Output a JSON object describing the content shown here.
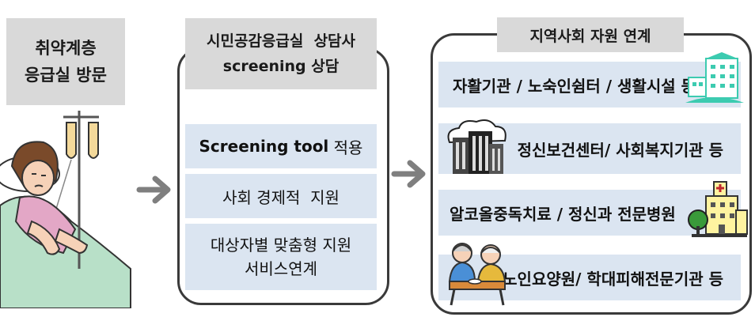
{
  "left_box": {
    "line1": "취약계층",
    "line2": "응급실 방문"
  },
  "middle_box": {
    "title_line1": "시민공감응급실  상담사",
    "title_line2": "screening 상담",
    "items": [
      {
        "bold": "Screening tool",
        "rest": " 적용"
      },
      {
        "line1": "사회 경제적  지원"
      },
      {
        "line1": "대상자별 맞춤형 지원",
        "line2": "서비스연계"
      }
    ]
  },
  "right_box": {
    "title": "지역사회 자원 연계",
    "items": [
      {
        "label": "자활기관 / 노숙인쉼터 / 생활시설 등"
      },
      {
        "label": "정신보건센터/ 사회복지기관 등"
      },
      {
        "label": "알코올중독치료 / 정신과 전문병원"
      },
      {
        "label": "노인요양원/ 학대피해전문기관 등"
      }
    ]
  },
  "colors": {
    "label_bg": "#d9d9d9",
    "item_bg": "#dbe5f1",
    "border": "#3a3a3a",
    "arrow": "#7f7f7f"
  }
}
